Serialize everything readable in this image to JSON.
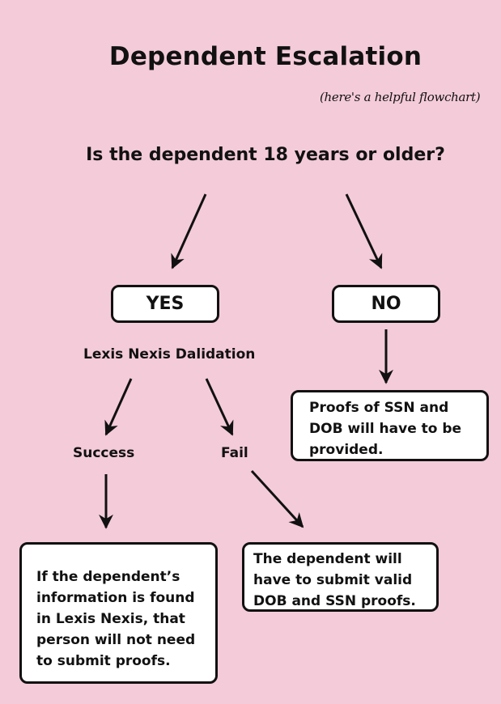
{
  "title": "Dependent Escalation",
  "subtitle": "(here's a helpful flowchart)",
  "question": "Is the dependent 18 years or older?",
  "yes_label": "YES",
  "no_label": "NO",
  "lexis_label": "Lexis Nexis Dalidation",
  "success_label": "Success",
  "fail_label": "Fail",
  "no_note": "Proofs of SSN and DOB will have to be provided.",
  "success_note": "If the dependent’s information is found in Lexis Nexis, that person will not need to submit proofs.",
  "fail_note": "The dependent will have to submit valid DOB and SSN proofs.",
  "colors": {
    "background": "#f4cbd9",
    "box": "#ffffff",
    "ink": "#111111"
  }
}
